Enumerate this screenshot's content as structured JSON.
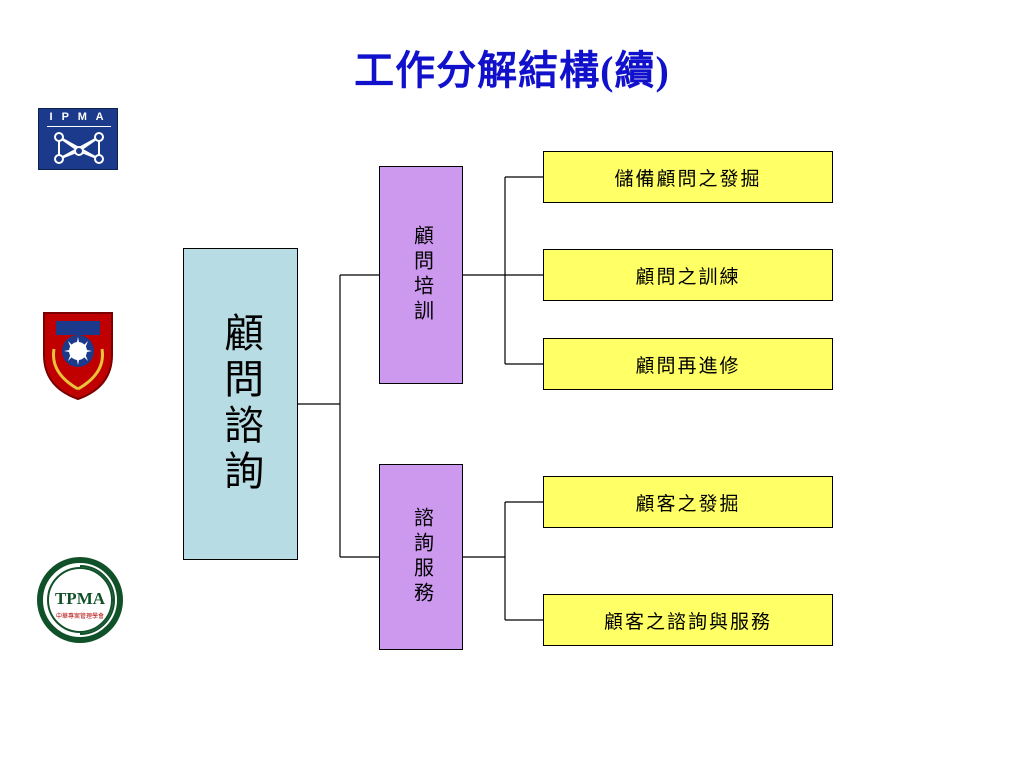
{
  "slide": {
    "title": "工作分解結構(續)",
    "background_color": "#ffffff",
    "title_color": "#1111cc"
  },
  "logos": [
    {
      "name": "ipma-logo",
      "text": "I P M A",
      "bg_color": "#1b3a8c"
    },
    {
      "name": "roc-shield-logo",
      "text": "",
      "bg_color": "#c00000"
    },
    {
      "name": "tpma-logo",
      "text": "TPMA",
      "subtext": "中華專案管理學會",
      "bg_color": "#11512a"
    }
  ],
  "chart_data": {
    "type": "diagram",
    "title": "工作分解結構(續)",
    "root": {
      "label": "顧問諮詢",
      "color": "#b8dce3"
    },
    "branches": [
      {
        "label": "顧問培訓",
        "color": "#cc99ee",
        "children": [
          {
            "label": "儲備顧問之發掘",
            "color": "#ffff66"
          },
          {
            "label": "顧問之訓練",
            "color": "#ffff66"
          },
          {
            "label": "顧問再進修",
            "color": "#ffff66"
          }
        ]
      },
      {
        "label": "諮詢服務",
        "color": "#cc99ee",
        "children": [
          {
            "label": "顧客之發掘",
            "color": "#ffff66"
          },
          {
            "label": "顧客之諮詢與服務",
            "color": "#ffff66"
          }
        ]
      }
    ]
  }
}
